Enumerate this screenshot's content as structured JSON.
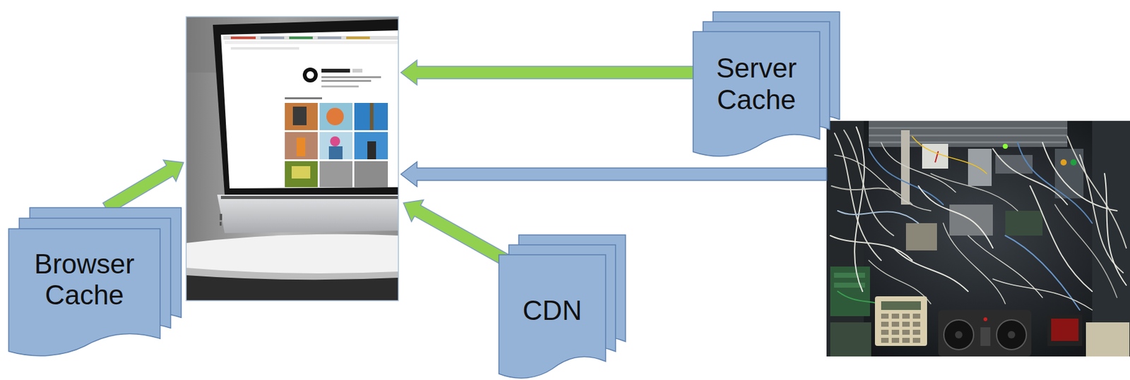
{
  "diagram": {
    "nodes": [
      {
        "text": [
          "Server Cache"
        ]
      },
      {
        "text": [
          "Browser Cache"
        ]
      },
      {
        "text": [
          "CDN"
        ]
      }
    ]
  }
}
